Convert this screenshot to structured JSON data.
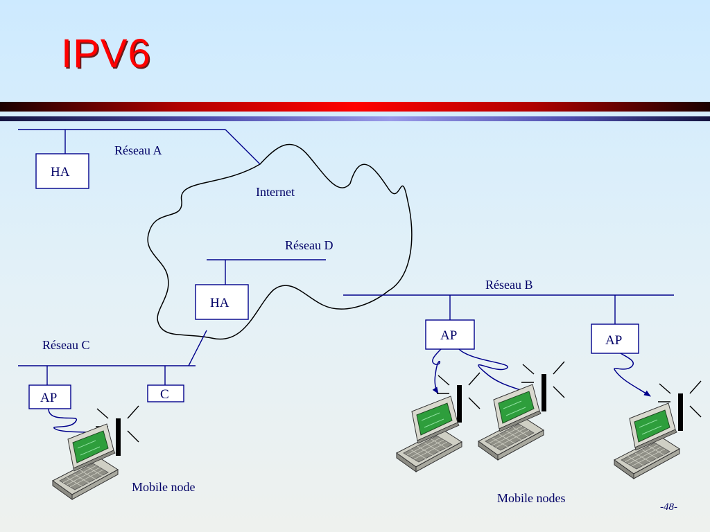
{
  "title": "IPV6",
  "page_number": "-48-",
  "colors": {
    "title": "#ff0000",
    "lines": "#00008b",
    "text": "#000066",
    "screen": "#2e9e3c"
  },
  "networks": {
    "a": "Réseau A",
    "b": "Réseau B",
    "c": "Réseau C",
    "d": "Réseau D"
  },
  "cloud_label": "Internet",
  "boxes": {
    "ha_a": "HA",
    "ha_d": "HA",
    "ap_b1": "AP",
    "ap_b2": "AP",
    "ap_c": "AP",
    "c": "C"
  },
  "captions": {
    "single": "Mobile node",
    "group": "Mobile nodes"
  },
  "icons": [
    "laptop-icon",
    "antenna-icon",
    "signal-rays-icon",
    "cloud-shape"
  ]
}
